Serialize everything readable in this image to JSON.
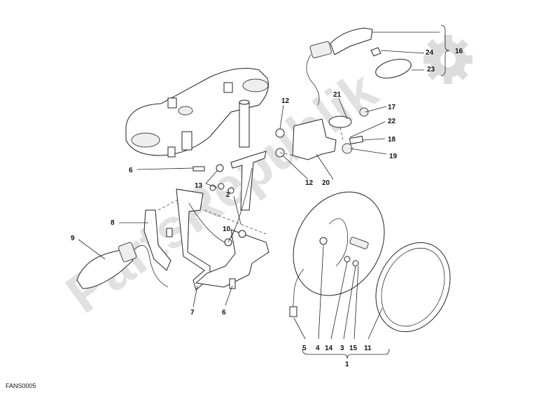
{
  "watermark": {
    "text": "PartsRepublik"
  },
  "figure_code": "FANS0005",
  "callouts": [
    {
      "id": "c1",
      "label": "1"
    },
    {
      "id": "c2",
      "label": "2"
    },
    {
      "id": "c3",
      "label": "3"
    },
    {
      "id": "c4",
      "label": "4"
    },
    {
      "id": "c5",
      "label": "5"
    },
    {
      "id": "c6a",
      "label": "6"
    },
    {
      "id": "c6b",
      "label": "6"
    },
    {
      "id": "c7",
      "label": "7"
    },
    {
      "id": "c8",
      "label": "8"
    },
    {
      "id": "c9",
      "label": "9"
    },
    {
      "id": "c10",
      "label": "10"
    },
    {
      "id": "c11",
      "label": "11"
    },
    {
      "id": "c12a",
      "label": "12"
    },
    {
      "id": "c12b",
      "label": "12"
    },
    {
      "id": "c13",
      "label": "13"
    },
    {
      "id": "c14",
      "label": "14"
    },
    {
      "id": "c15",
      "label": "15"
    },
    {
      "id": "c16",
      "label": "16"
    },
    {
      "id": "c17",
      "label": "17"
    },
    {
      "id": "c18",
      "label": "18"
    },
    {
      "id": "c19",
      "label": "19"
    },
    {
      "id": "c20",
      "label": "20"
    },
    {
      "id": "c21",
      "label": "21"
    },
    {
      "id": "c22",
      "label": "22"
    },
    {
      "id": "c23",
      "label": "23"
    },
    {
      "id": "c24",
      "label": "24"
    }
  ]
}
